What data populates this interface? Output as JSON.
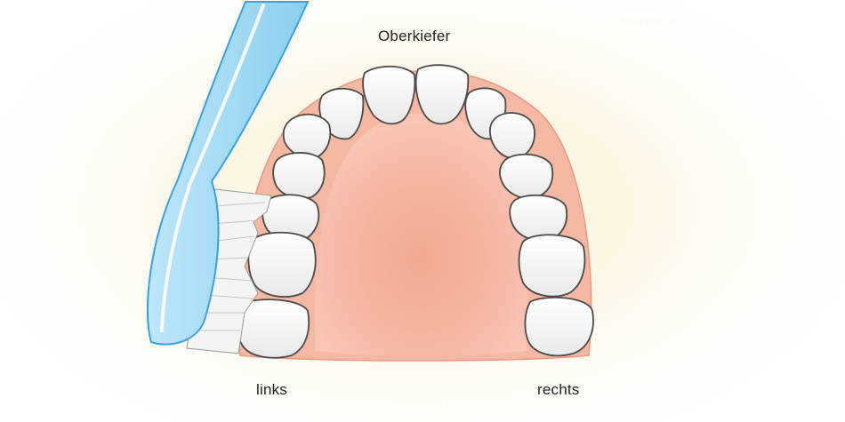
{
  "labels": {
    "upper_jaw": "Oberkiefer",
    "left": "links",
    "right": "rechts"
  },
  "watermark": "Oberkiefer",
  "colors": {
    "background": "#fcf6e6",
    "gum": "#f5b8a2",
    "palate": "#f6b9a8",
    "tooth": "#ffffff",
    "tooth_outline": "#4a4a4a",
    "toothbrush": "#a9dcf5",
    "toothbrush_outline": "#3f9fd8"
  },
  "icons": {
    "toothbrush": "toothbrush-icon"
  }
}
